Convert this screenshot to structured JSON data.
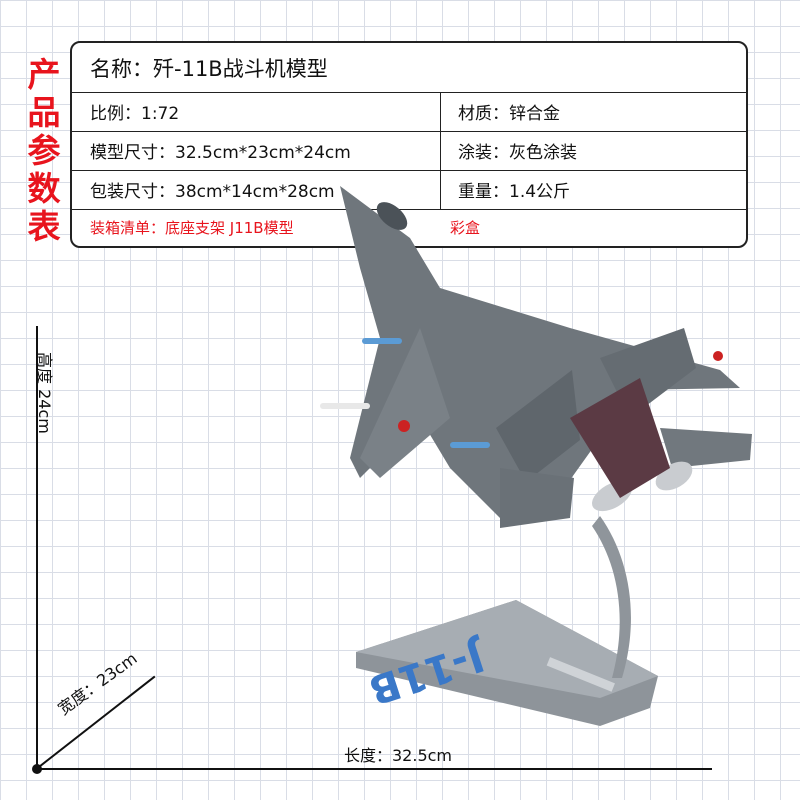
{
  "side_title": "产品参数表",
  "table": {
    "name": "名称：歼-11B战斗机模型",
    "scale": "比例：1:72",
    "material": "材质：锌合金",
    "model_size": "模型尺寸：32.5cm*23cm*24cm",
    "paint": "涂装：灰色涂装",
    "package_size": "包装尺寸：38cm*14cm*28cm",
    "weight": "重量：1.4公斤",
    "packing_list": "装箱清单：底座支架 J11B模型",
    "packing_extra": "彩盒"
  },
  "dimensions": {
    "height": "高度 24cm",
    "width": "宽度：23cm",
    "length": "长度：32.5cm"
  },
  "stand_label": "J-11B",
  "colors": {
    "accent_red": "#e8141d",
    "grid": "#d9dde6",
    "plane_gray": "#6f767c",
    "stand_gray": "#9aa0a6",
    "stand_text": "#3a78c8"
  }
}
